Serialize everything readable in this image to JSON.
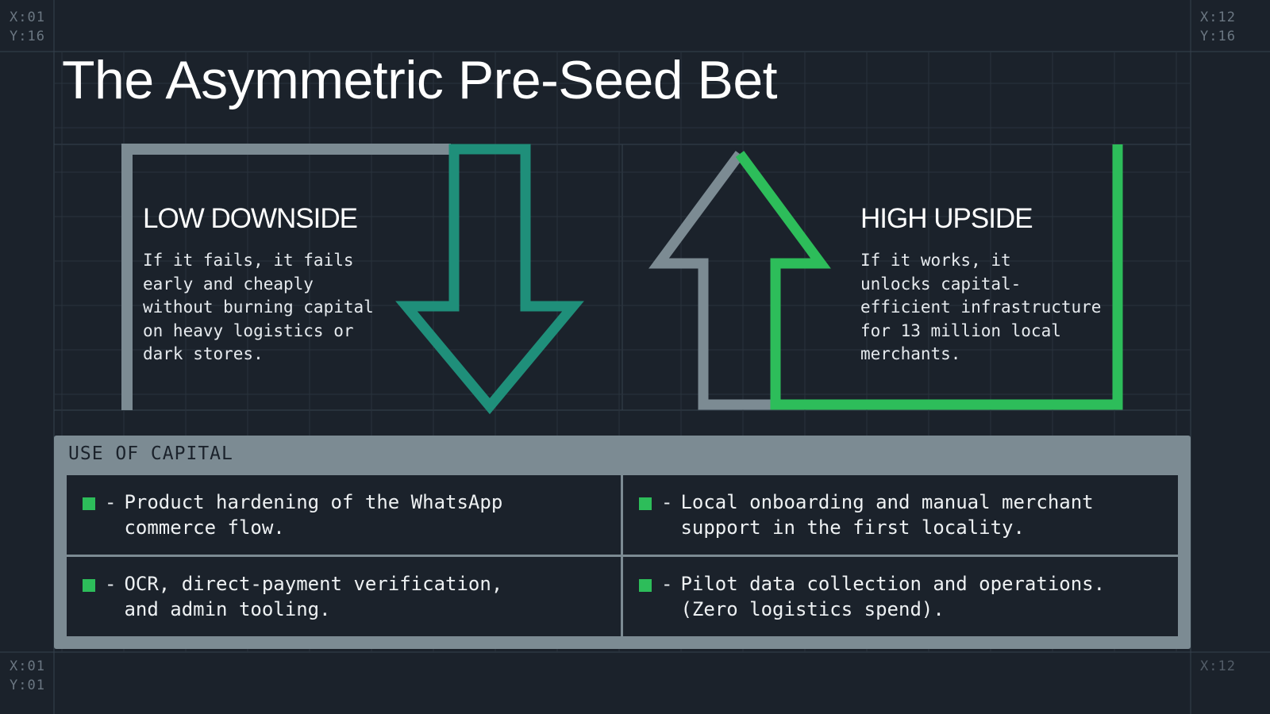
{
  "corners": {
    "top_left": [
      "X:01",
      "Y:16"
    ],
    "top_right": [
      "X:12",
      "Y:16"
    ],
    "bottom_left": [
      "X:01",
      "Y:01"
    ],
    "bottom_right": [
      "X:12"
    ]
  },
  "title": "The Asymmetric Pre-Seed Bet",
  "left_panel": {
    "heading": "LOW DOWNSIDE",
    "body": "If it fails, it fails\nearly and cheaply\nwithout burning capital\non heavy logistics or\ndark stores."
  },
  "right_panel": {
    "heading": "HIGH UPSIDE",
    "body": "If it works, it\nunlocks capital-\nefficient infrastructure\nfor 13 million local\nmerchants."
  },
  "capital": {
    "heading": "USE OF CAPITAL",
    "items": [
      "Product hardening of the WhatsApp\ncommerce flow.",
      "Local onboarding and manual merchant\nsupport in the first locality.",
      "OCR, direct-payment verification,\nand admin tooling.",
      "Pilot data collection and operations.\n(Zero logistics spend)."
    ],
    "dash": "-"
  },
  "colors": {
    "background": "#1b222b",
    "gray": "#7c8b93",
    "teal": "#1f8f7a",
    "green": "#2dbd5a"
  }
}
